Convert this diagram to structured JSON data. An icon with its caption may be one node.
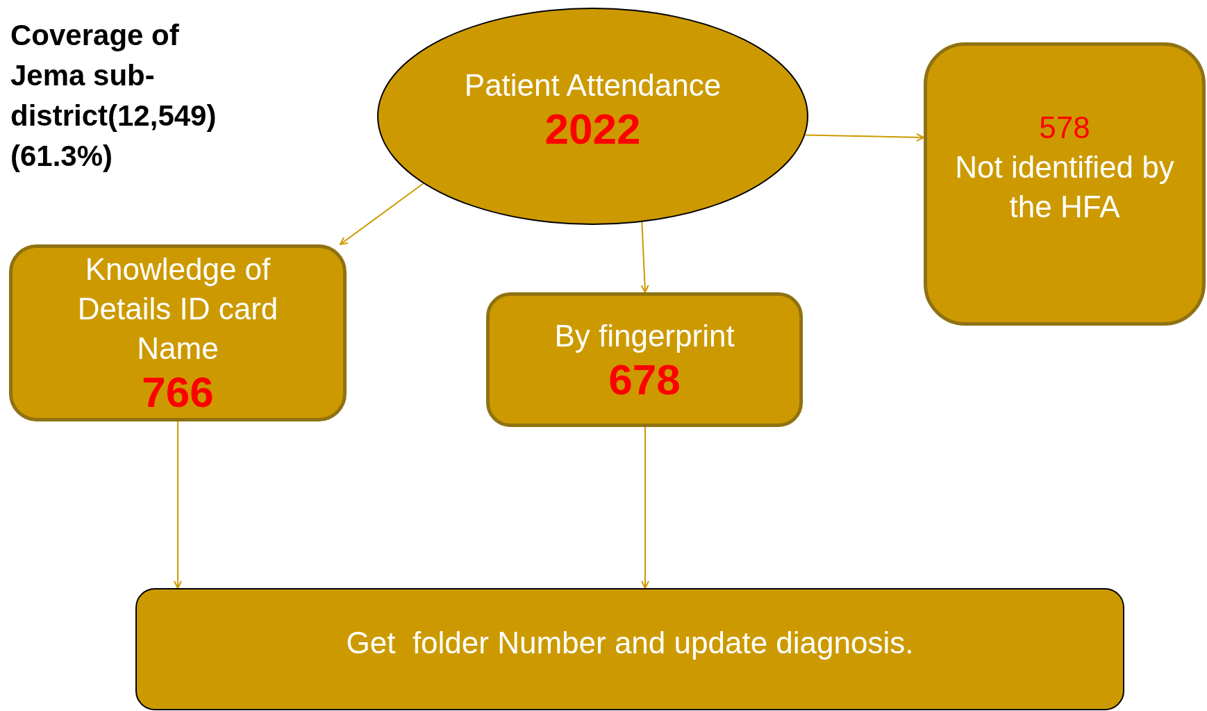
{
  "diagram": {
    "title": "Coverage of Jema sub-district(12,549) (61.3%)",
    "nodes": [
      {
        "text": [
          "Patient Attendance",
          "2022"
        ]
      },
      {
        "text": [
          "578",
          "Not identified by the HFA"
        ]
      },
      {
        "text": [
          "Knowledge of Details ID card Name",
          "766"
        ]
      },
      {
        "text": [
          "By fingerprint",
          "678"
        ]
      },
      {
        "text": [
          "Get  folder Number and update diagnosis."
        ]
      }
    ],
    "edges": [
      {
        "from": 0,
        "to": 2,
        "arrow": "to"
      },
      {
        "from": 0,
        "to": 3,
        "arrow": "to"
      },
      {
        "from": 0,
        "to": 1,
        "arrow": "to"
      },
      {
        "from": 2,
        "to": 4,
        "arrow": "to"
      },
      {
        "from": 3,
        "to": 4,
        "arrow": "to"
      }
    ]
  }
}
